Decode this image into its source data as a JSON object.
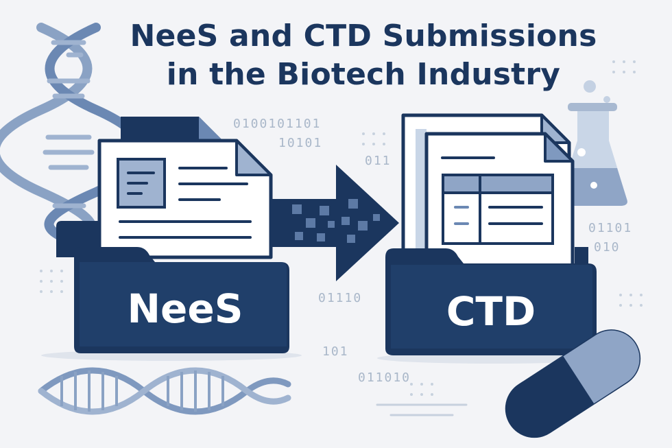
{
  "title": {
    "line1": "NeeS and CTD Submissions",
    "line2": "in the Biotech Industry"
  },
  "folders": {
    "source_label": "NeeS",
    "target_label": "CTD"
  },
  "binary": {
    "a": "0100101101",
    "b": "10101",
    "c": "011",
    "d": "01101",
    "e": "010",
    "f": "01110",
    "g": "101",
    "h": "011010"
  },
  "colors": {
    "navy": "#1b365e",
    "mid_blue": "#6b88b3",
    "light_blue": "#c9d6e7",
    "background": "#f3f4f7"
  }
}
